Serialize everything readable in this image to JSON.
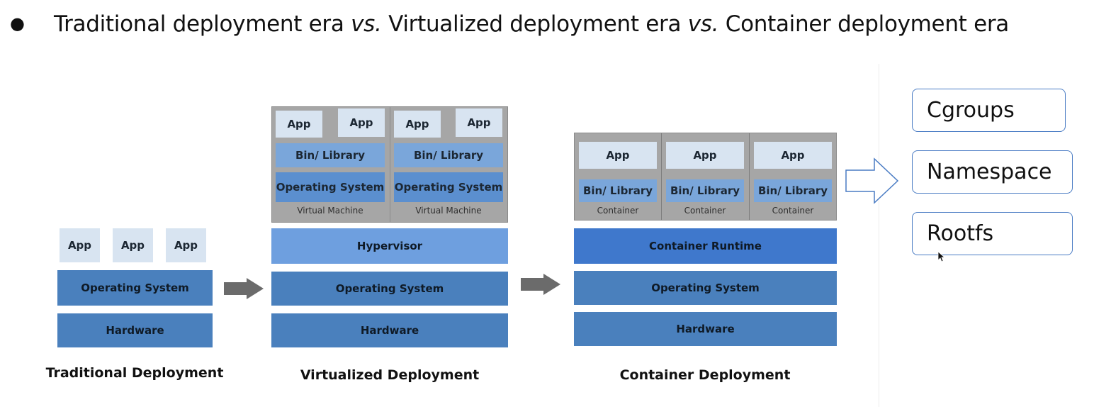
{
  "heading": {
    "bullet": "●",
    "part1": "Traditional deployment era ",
    "vs1": "vs.",
    "part2": " Virtualized deployment era ",
    "vs2": "vs.",
    "part3": " Container deployment era"
  },
  "traditional": {
    "apps": [
      "App",
      "App",
      "App"
    ],
    "os": "Operating System",
    "hardware": "Hardware",
    "caption": "Traditional Deployment"
  },
  "virtualized": {
    "vms": [
      {
        "apps": [
          "App",
          "App"
        ],
        "bin": "Bin/ Library",
        "os": "Operating System",
        "label": "Virtual Machine"
      },
      {
        "apps": [
          "App",
          "App"
        ],
        "bin": "Bin/ Library",
        "os": "Operating System",
        "label": "Virtual Machine"
      }
    ],
    "hypervisor": "Hypervisor",
    "os": "Operating System",
    "hardware": "Hardware",
    "caption": "Virtualized Deployment"
  },
  "container": {
    "containers": [
      {
        "app": "App",
        "bin": "Bin/ Library",
        "label": "Container"
      },
      {
        "app": "App",
        "bin": "Bin/ Library",
        "label": "Container"
      },
      {
        "app": "App",
        "bin": "Bin/ Library",
        "label": "Container"
      }
    ],
    "runtime": "Container Runtime",
    "os": "Operating System",
    "hardware": "Hardware",
    "caption": "Container Deployment"
  },
  "features": [
    "Cgroups",
    "Namespace",
    "Rootfs"
  ],
  "colors": {
    "app": "#d8e4f1",
    "bin_library": "#7aa6da",
    "layer": "#4a80bd",
    "hypervisor": "#6e9fdf",
    "runtime": "#3f78cc",
    "vm_frame": "#a6a6a6",
    "feature_border": "#4a7cc4"
  }
}
